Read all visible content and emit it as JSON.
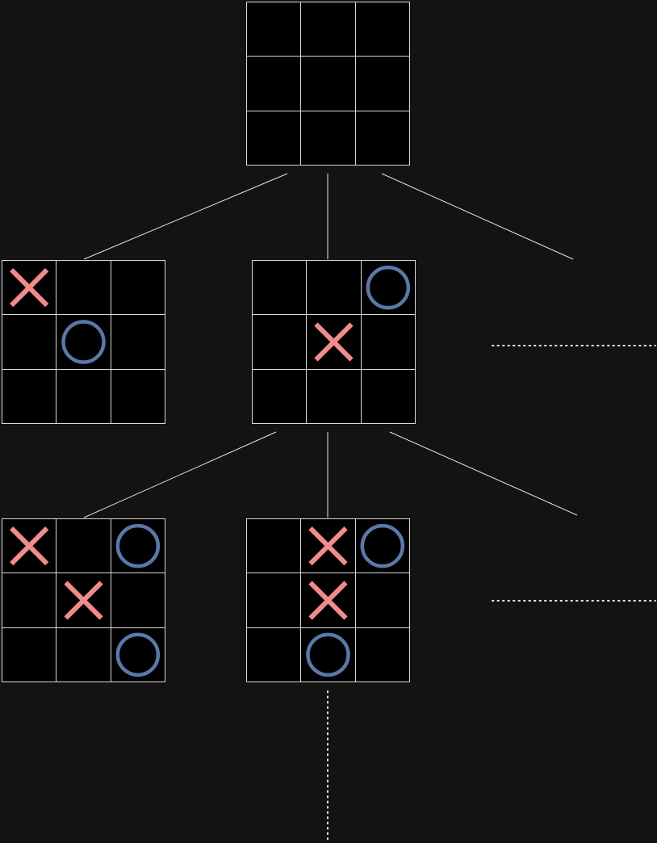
{
  "colors": {
    "background": "#131313",
    "board": "#000000",
    "grid": "#d8d8d8",
    "x_mark": "#f28b8b",
    "o_mark": "#5b78a8",
    "connector": "#e6e6e6"
  },
  "tree": {
    "root": {
      "cells": [
        "",
        "",
        "",
        "",
        "",
        "",
        "",
        "",
        ""
      ]
    },
    "level1": [
      {
        "cells": [
          "X",
          "",
          "",
          "",
          "O",
          "",
          "",
          "",
          ""
        ]
      },
      {
        "cells": [
          "",
          "",
          "O",
          "",
          "X",
          "",
          "",
          "",
          ""
        ]
      }
    ],
    "level2": [
      {
        "cells": [
          "X",
          "",
          "O",
          "",
          "X",
          "",
          "",
          "",
          "O"
        ]
      },
      {
        "cells": [
          "",
          "X",
          "O",
          "",
          "X",
          "",
          "",
          "O",
          ""
        ]
      }
    ],
    "more_siblings_indicator": true,
    "more_depth_indicator": true
  }
}
